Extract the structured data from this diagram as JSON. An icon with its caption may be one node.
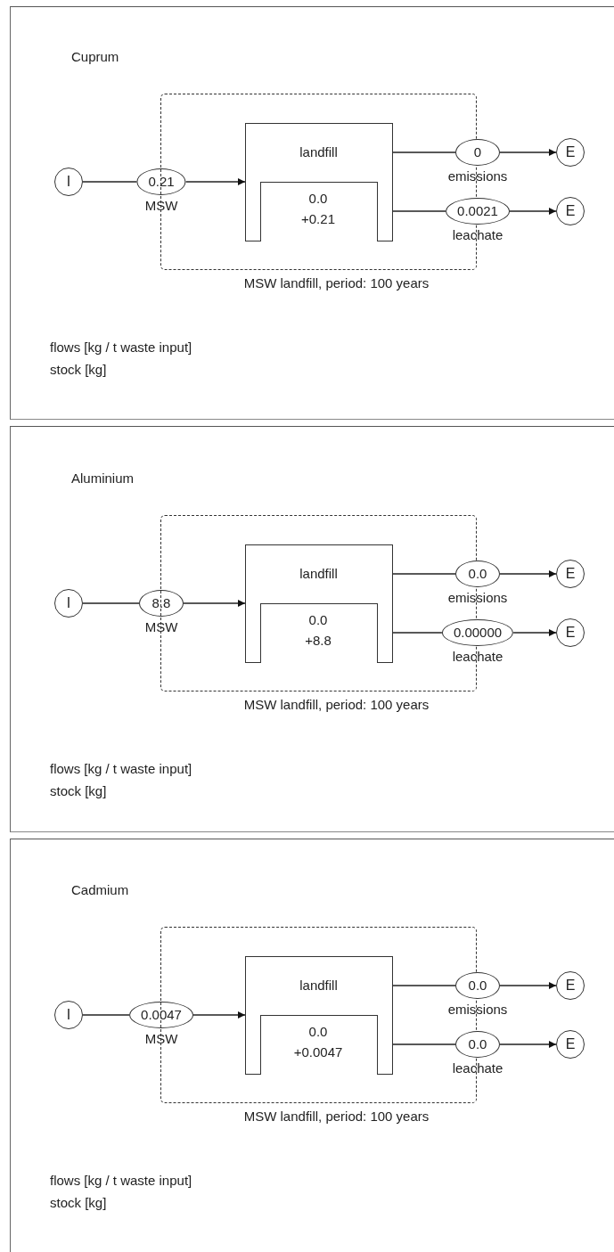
{
  "diagram": {
    "nodes": [
      {
        "text": [
          "Cuprum",
          "flows [kg / t waste input]",
          "stock [kg]"
        ]
      },
      {
        "text": [
          "I"
        ],
        "in": 0
      },
      {
        "text": [
          "0.21"
        ],
        "beside": [
          "MSW"
        ],
        "in": 0
      },
      {
        "text": [
          "MSW landfill, period: 100 years"
        ],
        "in": 0
      },
      {
        "text": [
          "landfill"
        ],
        "in": 3
      },
      {
        "text": [
          "0.0",
          "+0.21"
        ],
        "in": 4
      },
      {
        "text": [
          "0"
        ],
        "beside": [
          "emissions"
        ],
        "in": 0
      },
      {
        "text": [
          "E"
        ],
        "in": 0
      },
      {
        "text": [
          "0.0021"
        ],
        "beside": [
          "leachate"
        ],
        "in": 0
      },
      {
        "text": [
          "E"
        ],
        "in": 0
      },
      {
        "text": [
          "Aluminium",
          "flows [kg / t waste input]",
          "stock [kg]"
        ]
      },
      {
        "text": [
          "I"
        ],
        "in": 10
      },
      {
        "text": [
          "8.8"
        ],
        "beside": [
          "MSW"
        ],
        "in": 10
      },
      {
        "text": [
          "MSW landfill, period: 100 years"
        ],
        "in": 10
      },
      {
        "text": [
          "landfill"
        ],
        "in": 13
      },
      {
        "text": [
          "0.0",
          "+8.8"
        ],
        "in": 14
      },
      {
        "text": [
          "0.0"
        ],
        "beside": [
          "emissions"
        ],
        "in": 10
      },
      {
        "text": [
          "E"
        ],
        "in": 10
      },
      {
        "text": [
          "0.00000"
        ],
        "beside": [
          "leachate"
        ],
        "in": 10
      },
      {
        "text": [
          "E"
        ],
        "in": 10
      },
      {
        "text": [
          "Cadmium",
          "flows [kg / t waste input]",
          "stock [kg]"
        ]
      },
      {
        "text": [
          "I"
        ],
        "in": 20
      },
      {
        "text": [
          "0.0047"
        ],
        "beside": [
          "MSW"
        ],
        "in": 20
      },
      {
        "text": [
          "MSW landfill, period: 100 years"
        ],
        "in": 20
      },
      {
        "text": [
          "landfill"
        ],
        "in": 23
      },
      {
        "text": [
          "0.0",
          "+0.0047"
        ],
        "in": 24
      },
      {
        "text": [
          "0.0"
        ],
        "beside": [
          "emissions"
        ],
        "in": 20
      },
      {
        "text": [
          "E"
        ],
        "in": 20
      },
      {
        "text": [
          "0.0"
        ],
        "beside": [
          "leachate"
        ],
        "in": 20
      },
      {
        "text": [
          "E"
        ],
        "in": 20
      }
    ],
    "edges": [
      {
        "from": 1,
        "to": 2,
        "arrow": "none"
      },
      {
        "from": 2,
        "to": 4,
        "arrow": "to"
      },
      {
        "from": 4,
        "to": 6,
        "arrow": "none"
      },
      {
        "from": 6,
        "to": 7,
        "arrow": "to"
      },
      {
        "from": 4,
        "to": 8,
        "arrow": "none"
      },
      {
        "from": 8,
        "to": 9,
        "arrow": "to"
      },
      {
        "from": 11,
        "to": 12,
        "arrow": "none"
      },
      {
        "from": 12,
        "to": 14,
        "arrow": "to"
      },
      {
        "from": 14,
        "to": 16,
        "arrow": "none"
      },
      {
        "from": 16,
        "to": 17,
        "arrow": "to"
      },
      {
        "from": 14,
        "to": 18,
        "arrow": "none"
      },
      {
        "from": 18,
        "to": 19,
        "arrow": "to"
      },
      {
        "from": 21,
        "to": 22,
        "arrow": "none"
      },
      {
        "from": 22,
        "to": 24,
        "arrow": "to"
      },
      {
        "from": 24,
        "to": 26,
        "arrow": "none"
      },
      {
        "from": 26,
        "to": 27,
        "arrow": "to"
      },
      {
        "from": 24,
        "to": 28,
        "arrow": "none"
      },
      {
        "from": 28,
        "to": 29,
        "arrow": "to"
      }
    ]
  }
}
